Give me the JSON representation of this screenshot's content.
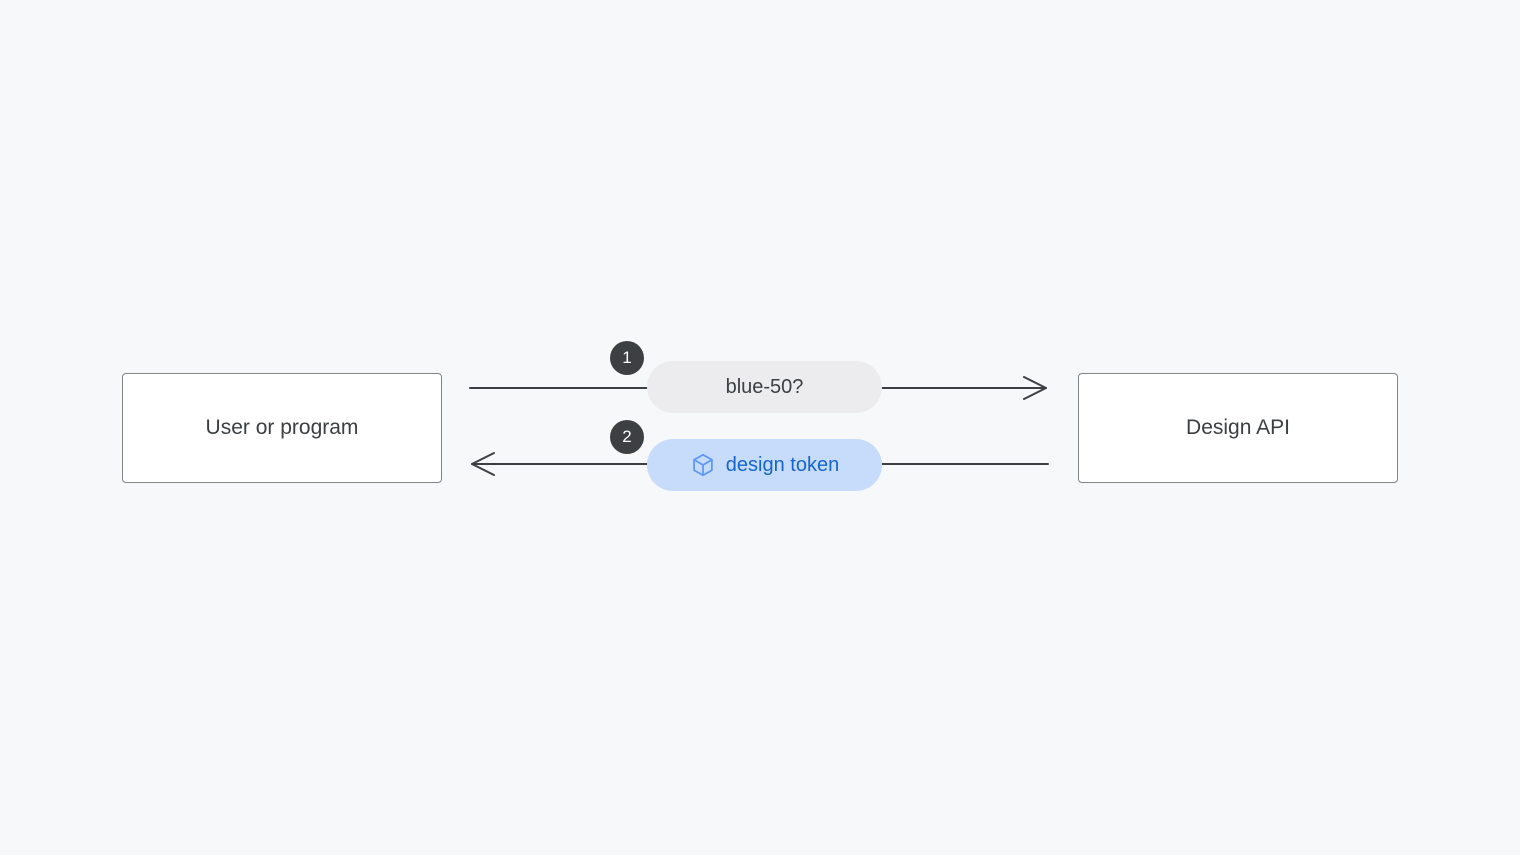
{
  "diagram": {
    "left_node": {
      "label": "User or program"
    },
    "right_node": {
      "label": "Design API"
    },
    "request": {
      "step": "1",
      "label": "blue-50?"
    },
    "response": {
      "step": "2",
      "label": "design token",
      "icon": "token-cube-icon"
    },
    "colors": {
      "background": "#f7f8f9",
      "node_bg": "#ffffff",
      "node_border": "#80868b",
      "text": "#3c4043",
      "arrow": "#3c4043",
      "badge_bg": "#3c4043",
      "badge_text": "#ffffff",
      "pill_gray_bg": "#ececee",
      "pill_gray_text": "#3c4043",
      "pill_blue_bg": "#c6dcfa",
      "pill_blue_text": "#1765cc",
      "cube_icon": "#5e97f5"
    }
  }
}
